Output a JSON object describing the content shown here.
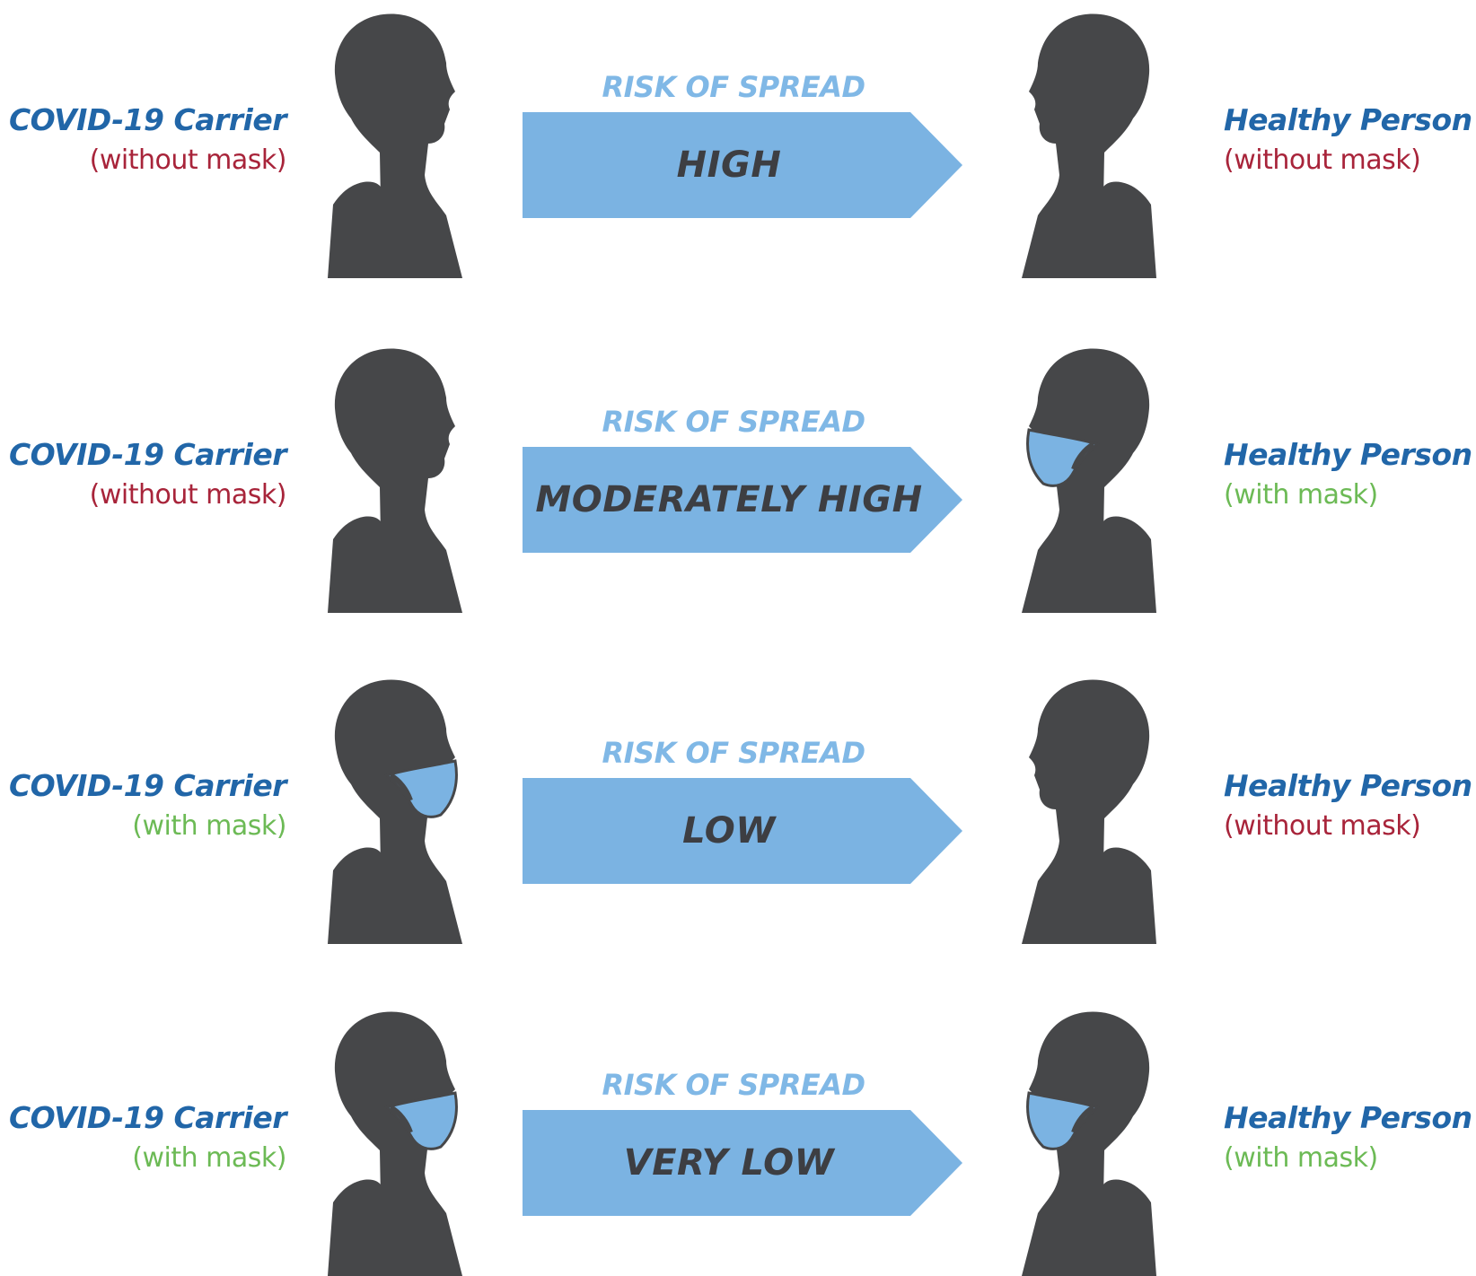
{
  "colors": {
    "carrier_title": "#2166a8",
    "healthy_title": "#2166a8",
    "without_mask": "#a8243a",
    "with_mask": "#6cba55",
    "arrow_fill": "#7bb3e2",
    "risk_caption": "#80b8e6",
    "risk_level": "#3d3e42",
    "silhouette": "#464749",
    "mask": "#7bb3e2"
  },
  "rows": [
    {
      "carrier": {
        "title": "COVID-19 Carrier",
        "status": "(without mask)",
        "masked": false
      },
      "caption": "RISK OF SPREAD",
      "risk": "HIGH",
      "healthy": {
        "title": "Healthy Person",
        "status": "(without mask)",
        "masked": false
      }
    },
    {
      "carrier": {
        "title": "COVID-19 Carrier",
        "status": "(without mask)",
        "masked": false
      },
      "caption": "RISK OF SPREAD",
      "risk": "MODERATELY HIGH",
      "healthy": {
        "title": "Healthy Person",
        "status": "(with mask)",
        "masked": true
      }
    },
    {
      "carrier": {
        "title": "COVID-19 Carrier",
        "status": "(with mask)",
        "masked": true
      },
      "caption": "RISK OF SPREAD",
      "risk": "LOW",
      "healthy": {
        "title": "Healthy Person",
        "status": "(without mask)",
        "masked": false
      }
    },
    {
      "carrier": {
        "title": "COVID-19 Carrier",
        "status": "(with mask)",
        "masked": true
      },
      "caption": "RISK OF SPREAD",
      "risk": "VERY LOW",
      "healthy": {
        "title": "Healthy Person",
        "status": "(with mask)",
        "masked": true
      }
    }
  ]
}
